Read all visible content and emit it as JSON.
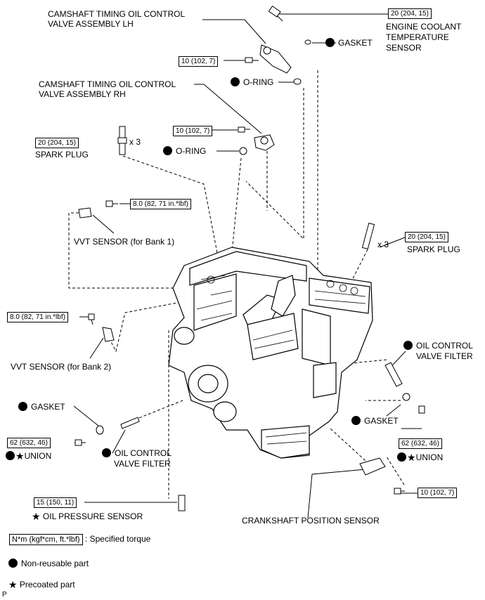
{
  "labels": {
    "cam_lh_1": "CAMSHAFT TIMING OIL CONTROL",
    "cam_lh_2": "VALVE ASSEMBLY LH",
    "cam_rh_1": "CAMSHAFT TIMING OIL CONTROL",
    "cam_rh_2": "VALVE ASSEMBLY RH",
    "ect_1": "ENGINE COOLANT",
    "ect_2": "TEMPERATURE",
    "ect_3": "SENSOR",
    "gasket_top": "GASKET",
    "oring_1": "O-RING",
    "oring_2": "O-RING",
    "spark_plug_left": "SPARK PLUG",
    "spark_plug_right": "SPARK PLUG",
    "x3_left": "x 3",
    "x3_right": "x 3",
    "vvt_bank1": "VVT SENSOR (for Bank 1)",
    "vvt_bank2": "VVT SENSOR (for Bank 2)",
    "ocv_filter_right_1": "OIL CONTROL",
    "ocv_filter_right_2": "VALVE FILTER",
    "ocv_filter_left_1": "OIL CONTROL",
    "ocv_filter_left_2": "VALVE FILTER",
    "gasket_left": "GASKET",
    "gasket_right": "GASKET",
    "union_left": "UNION",
    "union_right": "UNION",
    "oil_pressure": "OIL PRESSURE SENSOR",
    "crank_sensor": "CRANKSHAFT POSITION SENSOR",
    "corner_mark": "P"
  },
  "torques": {
    "ect": "20 (204, 15)",
    "cam_lh_bolt": "10 (102, 7)",
    "cam_rh_bolt": "10 (102, 7)",
    "spark_left": "20 (204, 15)",
    "vvt1": "8.0 (82, 71 in.*lbf)",
    "vvt2": "8.0 (82, 71 in.*lbf)",
    "spark_right": "20 (204, 15)",
    "union_left": "62 (632, 46)",
    "union_right": "62 (632, 46)",
    "oil_pressure": "15 (150, 11)",
    "crank_bolt": "10 (102, 7)"
  },
  "legend": {
    "torque_unit": "N*m (kgf*cm, ft.*lbf)",
    "torque_desc": ": Specified torque",
    "nonreusable": "Non-reusable part",
    "precoated": "Precoated part"
  },
  "symbols": {
    "star": "★"
  }
}
